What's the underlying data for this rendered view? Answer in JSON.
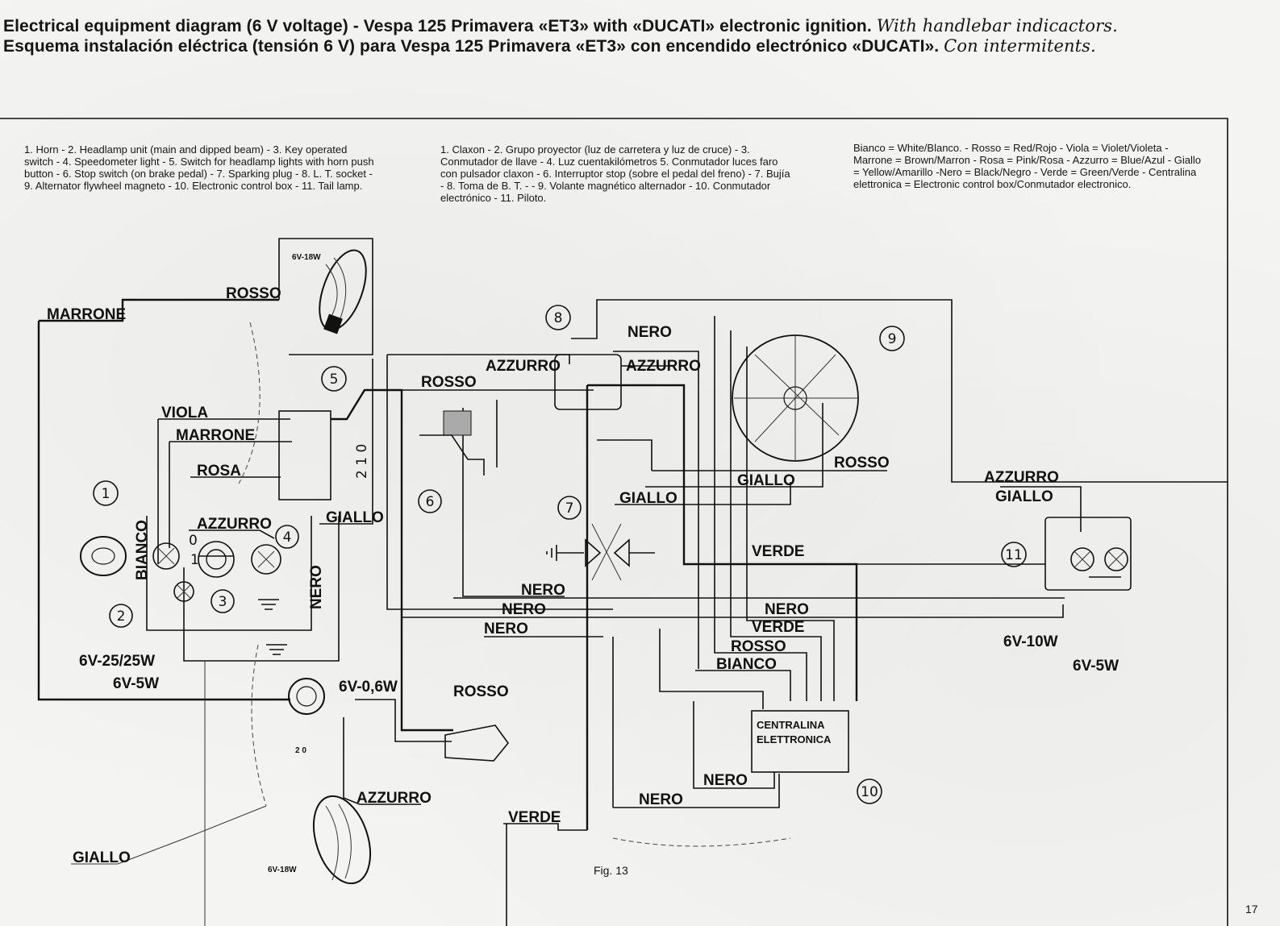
{
  "title": {
    "line1": "Electrical equipment diagram (6 V voltage) - Vespa 125 Primavera «ET3» with «DUCATI» electronic ignition.",
    "line1_hand": "With handlebar indicactors.",
    "line2": "Esquema instalación eléctrica (tensión 6 V) para Vespa 125 Primavera «ET3» con encendido electrónico «DUCATI».",
    "line2_hand": "Con intermitents."
  },
  "legend": {
    "english": "1. Horn - 2. Headlamp unit (main and dipped beam) - 3. Key operated switch - 4. Speedometer light - 5. Switch for headlamp lights with horn push button - 6. Stop switch (on brake pedal) - 7. Sparking plug - 8. L. T. socket - 9. Alternator flywheel magneto - 10. Electronic control box - 11. Tail lamp.",
    "spanish": "1. Claxon - 2. Grupo proyector (luz de carretera y luz de cruce) - 3. Conmutador de llave - 4. Luz cuentakilómetros 5. Conmutador luces faro con pulsador claxon - 6. Interruptor stop (sobre el pedal del freno) - 7. Bujía - 8. Toma de B. T. - - 9. Volante magnético alternador - 10. Conmutador electrónico - 11. Piloto.",
    "colors": "Bianco = White/Blanco. - Rosso = Red/Rojo - Viola = Violet/Violeta - Marrone = Brown/Marron - Rosa = Pink/Rosa - Azzurro = Blue/Azul - Giallo = Yellow/Amarillo -Nero = Black/Negro - Verde = Green/Verde - Centralina elettronica = Electronic control box/Conmutador electronico."
  },
  "wire_labels": {
    "rosso_top": "ROSSO",
    "marrone_left": "MARRONE",
    "viola": "VIOLA",
    "marrone_mid": "MARRONE",
    "rosa": "ROSA",
    "azzurro_left": "AZZURRO",
    "giallo_left": "GIALLO",
    "bianco_vertical": "BIANCO",
    "nero_vertical": "NERO",
    "azzurro_top1": "AZZURRO",
    "azzurro_top2": "AZZURRO",
    "rosso_mid": "ROSSO",
    "nero_top": "NERO",
    "rosso_magneto": "ROSSO",
    "giallo_magneto": "GIALLO",
    "giallo_mid": "GIALLO",
    "azzurro_right": "AZZURRO",
    "giallo_right": "GIALLO",
    "verde_mid": "VERDE",
    "nero_a": "NERO",
    "nero_b": "NERO",
    "nero_c": "NERO",
    "nero_d": "NERO",
    "verde_b": "VERDE",
    "rosso_b": "ROSSO",
    "bianco_b": "BIANCO",
    "rosso_bottom": "ROSSO",
    "nero_box": "NERO",
    "nero_bottom": "NERO",
    "azzurro_bottom": "AZZURRO",
    "verde_bottom": "VERDE",
    "giallo_bottom": "GIALLO"
  },
  "ratings": {
    "headlamp_bulb": "6V-18W",
    "tail_10w": "6V-10W",
    "tail_5w": "6V-5W",
    "head_25w": "6V-25/25W",
    "head_5w": "6V-5W",
    "speedo_bulb": "6V-0,6W",
    "bottom_bulb": "6V-18W"
  },
  "control_box": {
    "line1": "CENTRALINA",
    "line2": "ELETTRONICA"
  },
  "switch_marks": {
    "pos0": "0",
    "pos1": "1",
    "sw_digits": "2 1 0",
    "key_marks": "2 0"
  },
  "callouts": [
    "1",
    "2",
    "3",
    "4",
    "5",
    "6",
    "7",
    "8",
    "9",
    "10",
    "11"
  ],
  "figure_caption": "Fig. 13",
  "page_number": "17"
}
